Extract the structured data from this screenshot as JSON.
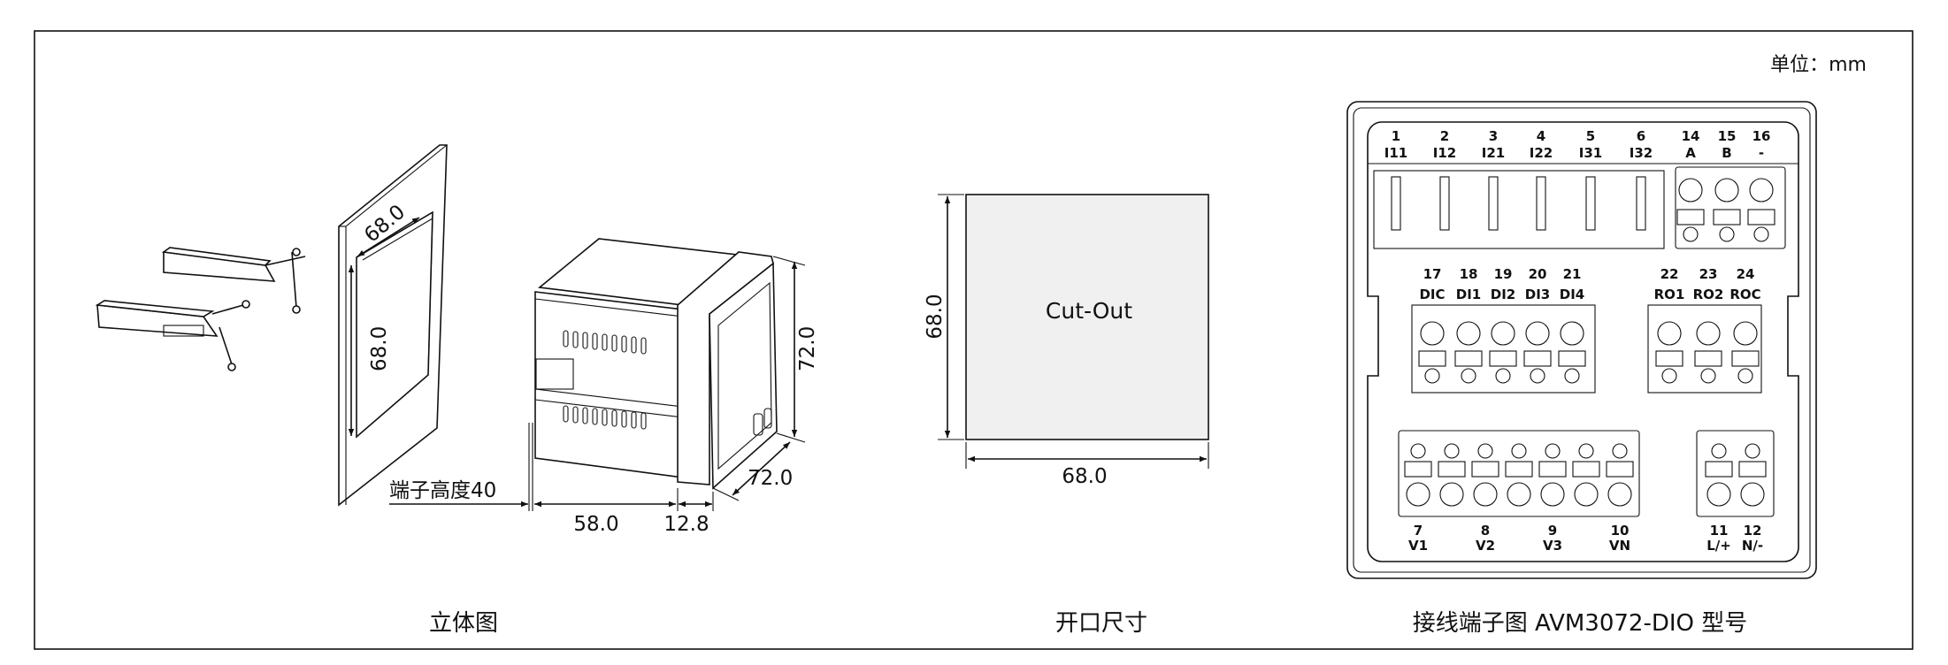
{
  "unit_label": "单位：mm",
  "views": {
    "isometric": {
      "caption": "立体图",
      "cutout_width": "68.0",
      "cutout_height": "68.0",
      "terminal_height": "端子高度40",
      "depth": "58.0",
      "bezel_depth": "12.8",
      "height": "72.0",
      "width": "72.0"
    },
    "cutout": {
      "caption": "开口尺寸",
      "label": "Cut-Out",
      "height": "68.0",
      "width": "68.0"
    },
    "wiring": {
      "caption": "接线端子图 AVM3072-DIO 型号",
      "top_terminals": [
        {
          "num": "1",
          "name": "I11"
        },
        {
          "num": "2",
          "name": "I12"
        },
        {
          "num": "3",
          "name": "I21"
        },
        {
          "num": "4",
          "name": "I22"
        },
        {
          "num": "5",
          "name": "I31"
        },
        {
          "num": "6",
          "name": "I32"
        },
        {
          "num": "14",
          "name": "A"
        },
        {
          "num": "15",
          "name": "B"
        },
        {
          "num": "16",
          "name": "-"
        }
      ],
      "di_terminals": [
        {
          "num": "17",
          "name": "DIC"
        },
        {
          "num": "18",
          "name": "DI1"
        },
        {
          "num": "19",
          "name": "DI2"
        },
        {
          "num": "20",
          "name": "DI3"
        },
        {
          "num": "21",
          "name": "DI4"
        }
      ],
      "ro_terminals": [
        {
          "num": "22",
          "name": "RO1"
        },
        {
          "num": "23",
          "name": "RO2"
        },
        {
          "num": "24",
          "name": "ROC"
        }
      ],
      "voltage_terminals": [
        {
          "num": "7",
          "name": "V1"
        },
        {
          "num": "8",
          "name": "V2"
        },
        {
          "num": "9",
          "name": "V3"
        },
        {
          "num": "10",
          "name": "VN"
        }
      ],
      "power_terminals": [
        {
          "num": "11",
          "name": "L/+"
        },
        {
          "num": "12",
          "name": "N/-"
        }
      ]
    }
  }
}
